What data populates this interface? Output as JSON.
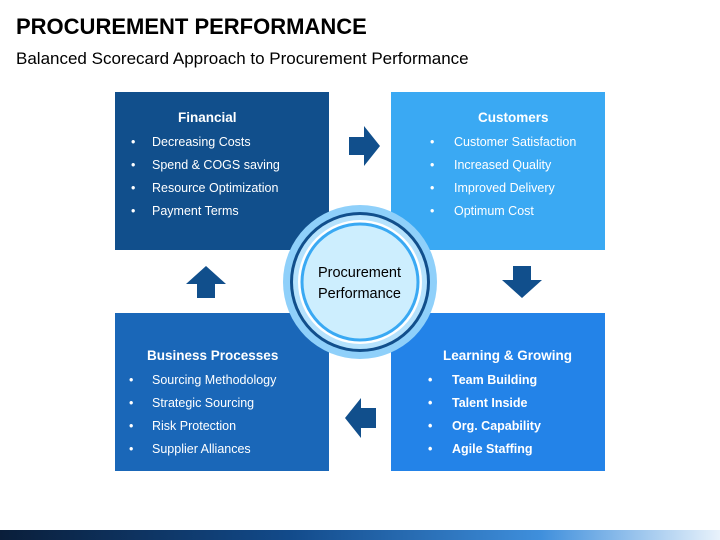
{
  "header": {
    "title": "PROCUREMENT PERFORMANCE",
    "subtitle": "Balanced Scorecard Approach to Procurement Performance"
  },
  "center": {
    "line1": "Procurement",
    "line2": "Performance"
  },
  "quadrants": [
    {
      "id": "financial",
      "heading": "Financial",
      "color": "#114f8c",
      "items": [
        "Decreasing Costs",
        "Spend & COGS saving",
        "Resource Optimization",
        "Payment Terms"
      ]
    },
    {
      "id": "customers",
      "heading": "Customers",
      "color": "#3aa9f3",
      "items": [
        "Customer Satisfaction",
        "Increased Quality",
        "Improved Delivery",
        "Optimum Cost"
      ]
    },
    {
      "id": "business-processes",
      "heading": "Business Processes",
      "color": "#1a67b8",
      "items": [
        "Sourcing Methodology",
        "Strategic Sourcing",
        "Risk Protection",
        "Supplier Alliances"
      ]
    },
    {
      "id": "learning-growing",
      "heading": "Learning & Growing",
      "color": "#2383e8",
      "items": [
        "Team Building",
        "Talent Inside",
        "Org. Capability",
        "Agile Staffing"
      ]
    }
  ],
  "colors": {
    "arrow": "#114f8c",
    "ring_outer": "#8fd0fa",
    "ring_inner": "#b5e2fd",
    "ring_dark": "#114f8c",
    "center_fill": "#cdeefe"
  },
  "icons": {
    "flow_arrows": [
      "arrow-right-icon",
      "arrow-down-icon",
      "arrow-left-icon",
      "arrow-up-icon"
    ]
  }
}
